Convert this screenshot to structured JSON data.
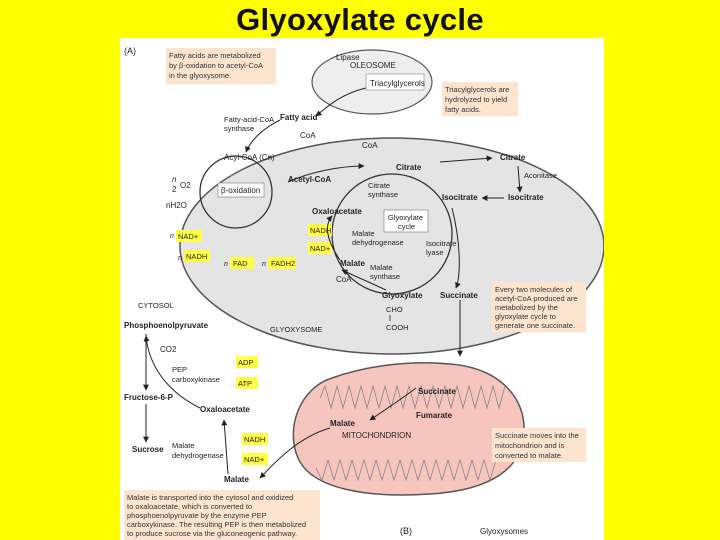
{
  "slide": {
    "title": "Glyoxylate cycle"
  },
  "panel_labels": {
    "a": "(A)",
    "b": "(B)"
  },
  "notes": {
    "fatty_acids_1": "Fatty acids are metabolized",
    "fatty_acids_2": "by β-oxidation to acetyl-CoA",
    "fatty_acids_3": "in the glyoxysome.",
    "tag_1": "Triacylglycerols are",
    "tag_2": "hydrolyzed to yield",
    "tag_3": "fatty acids.",
    "succinate_1": "Every two molecules of",
    "succinate_2": "acetyl-CoA produced are",
    "succinate_3": "metabolized by the",
    "succinate_4": "glyoxylate cycle to",
    "succinate_5": "generate one succinate.",
    "mito_1": "Succinate moves into the",
    "mito_2": "mitochondrion and is",
    "mito_3": "converted to malate.",
    "malate_1": "Malate is transported into the cytosol and oxidized",
    "malate_2": "to oxaloacetate, which is converted to",
    "malate_3": "phosphoenolpyruvate by the enzyme PEP",
    "malate_4": "carboxykinase. The resulting PEP is then metabolized",
    "malate_5": "to produce sucrose via the gluconeogenic pathway."
  },
  "compartments": {
    "oleosome": "OLEOSOME",
    "triacylglycerols": "Triacylglycerols",
    "cytosol": "CYTOSOL",
    "glyoxysome": "GLYOXYSOME",
    "mitochondrion": "MITOCHONDRION",
    "glyoxysomes": "Glyoxysomes"
  },
  "enzymes": {
    "lipase": "Lipase",
    "facs_1": "Fatty-acid-CoA",
    "facs_2": "synthase",
    "citrate_synthase_1": "Citrate",
    "citrate_synthase_2": "synthase",
    "aconitase": "Aconitase",
    "malate_dh_1": "Malate",
    "malate_dh_2": "dehydrogenase",
    "isocitrate_lyase_1": "Isocitrate",
    "isocitrate_lyase_2": "lyase",
    "malate_synthase_1": "Malate",
    "malate_synthase_2": "synthase",
    "pepck_1": "PEP",
    "pepck_2": "carboxykinase",
    "cyto_mdh_1": "Malate",
    "cyto_mdh_2": "dehydrogenase"
  },
  "metabolites": {
    "fatty_acid": "Fatty acid",
    "coa_1": "CoA",
    "coa_2": "CoA",
    "coa_3": "CoA",
    "acyl_coa": "Acyl-CoA (Cn)",
    "acetyl_coa": "Acetyl-CoA",
    "citrate_in": "Citrate",
    "citrate_out": "Citrate",
    "isocitrate_in": "Isocitrate",
    "isocitrate_out": "Isocitrate",
    "oxaloacetate": "Oxaloacetate",
    "malate_g": "Malate",
    "glyoxylate": "Glyoxylate",
    "succinate_g": "Succinate",
    "cho": "CHO",
    "cooh": "COOH",
    "n_half": "n",
    "two": "2",
    "o2": "O2",
    "nh2o": "nH2O",
    "n_nad": "n",
    "n_nadh": "n",
    "n_fad": "n",
    "n_fadh2": "n",
    "pep": "Phosphoenolpyruvate",
    "co2": "CO2",
    "fructose": "Fructose-6-P",
    "sucrose": "Sucrose",
    "oxaloacetate_c": "Oxaloacetate",
    "malate_c": "Malate",
    "succinate_m": "Succinate",
    "fumarate": "Fumarate",
    "malate_m": "Malate"
  },
  "boxes": {
    "beta_ox": "β-oxidation",
    "glyox_cycle_1": "Glyoxylate",
    "glyox_cycle_2": "cycle",
    "nadh_g": "NADH",
    "nad_g": "NAD+",
    "nad_beta": "NAD+",
    "nadh_beta": "NADH",
    "fad_beta": "FAD",
    "fadh2_beta": "FADH2",
    "adp": "ADP",
    "atp": "ATP",
    "nadh_c": "NADH",
    "nad_c": "NAD+"
  },
  "colors": {
    "slide_bg": "#ffff00",
    "note_bg": "#fce4cf",
    "cofactor_box": "#ffff44",
    "glyoxysome_fill": "#e4e4e4",
    "mito_fill": "#f6c6be"
  }
}
